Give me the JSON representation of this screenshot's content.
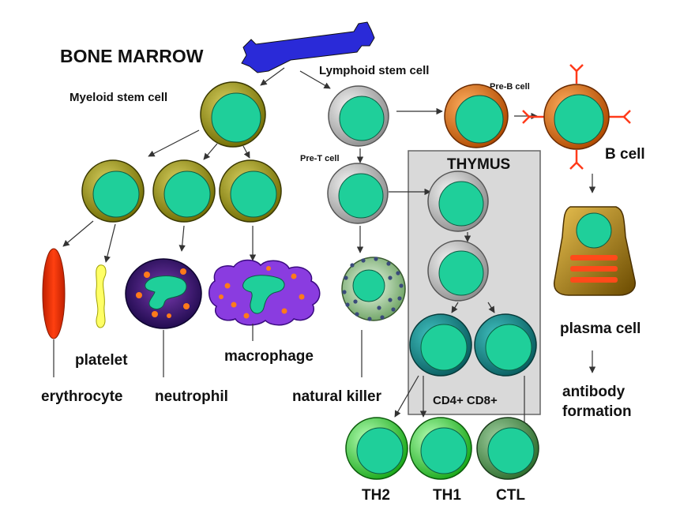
{
  "labels": {
    "bone_marrow": "BONE MARROW",
    "myeloid_stem_cell": "Myeloid stem cell",
    "lymphoid_stem_cell": "Lymphoid stem cell",
    "pre_b_cell": "Pre-B cell",
    "pre_t_cell": "Pre-T cell",
    "thymus": "THYMUS",
    "b_cell": "B cell",
    "erythrocyte": "erythrocyte",
    "platelet": "platelet",
    "neutrophil": "neutrophil",
    "macrophage": "macrophage",
    "natural_killer": "natural killer",
    "cd4_cd8": "CD4+ CD8+",
    "plasma_cell": "plasma cell",
    "antibody_line1": "antibody",
    "antibody_line2": "formation",
    "th2": "TH2",
    "th1": "TH1",
    "ctl": "CTL"
  },
  "colors": {
    "nucleus": "#1fcf9a",
    "myeloid_ring": "#8a8500",
    "lymphoid_ring": "#b8b8b8",
    "pre_b_ring": "#e07010",
    "b_cell_receptor": "#ff3a1a",
    "thymus_bg": "#d9d9d9",
    "teal_ring": "#0d8d8d",
    "th_green": "#3ad23a",
    "ctl_green": "#4a9a4a",
    "bone": "#2a2ad8",
    "erythrocyte": "#ff3000",
    "platelet": "#ffff66",
    "neutrophil_body": "#2a0c6a",
    "macrophage_body": "#8a3ce0",
    "granule": "#ff7a1a",
    "plasma_body": "#a87a10"
  }
}
